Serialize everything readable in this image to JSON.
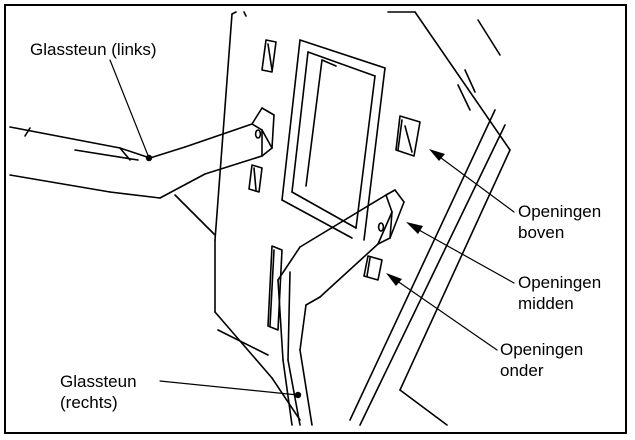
{
  "labels": {
    "glassteun_links": "Glassteun (links)",
    "glassteun_rechts": "Glassteun\n(rechts)",
    "openingen_boven": "Openingen\nboven",
    "openingen_midden": "Openingen\nmidden",
    "openingen_onder": "Openingen\nonder"
  }
}
